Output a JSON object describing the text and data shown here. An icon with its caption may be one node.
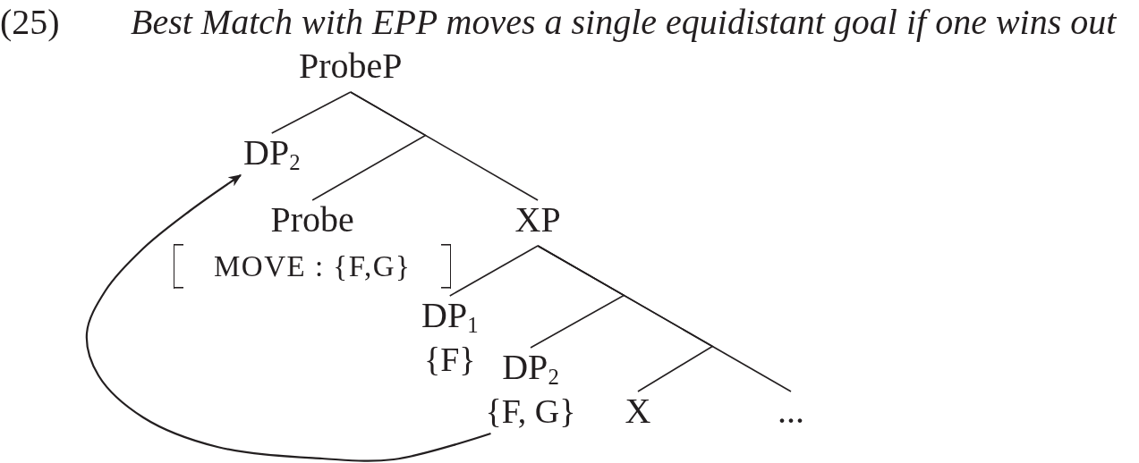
{
  "diagram": {
    "title": "Best Match with EPP moves a single equidistant goal if one wins out",
    "nodes": [
      {
        "text": [
          "ProbeP"
        ]
      },
      {
        "text": [
          "DP$_{2}$"
        ]
      },
      {
        "text": [
          "Probe",
          "MOVE : {F,G}"
        ]
      },
      {
        "text": [
          "XP"
        ]
      },
      {
        "text": [
          "DP$_{1}$",
          "{F}"
        ]
      },
      {
        "text": [
          "DP$_{2}$",
          "{F, G}"
        ]
      },
      {
        "text": [
          "X"
        ]
      },
      {
        "text": [
          "..."
        ]
      }
    ],
    "edges": [
      {
        "from": 0,
        "to": 1,
        "arrow": "none"
      },
      {
        "from": 0,
        "to": 2,
        "arrow": "none"
      },
      {
        "from": 0,
        "to": 3,
        "arrow": "none"
      },
      {
        "from": 3,
        "to": 4,
        "arrow": "none"
      },
      {
        "from": 3,
        "to": 5,
        "arrow": "none"
      },
      {
        "from": 3,
        "to": 6,
        "arrow": "none"
      },
      {
        "from": 3,
        "to": 7,
        "arrow": "none"
      },
      {
        "from": 5,
        "to": 1,
        "arrow": "to"
      }
    ],
    "labels": [
      "(25)"
    ]
  }
}
